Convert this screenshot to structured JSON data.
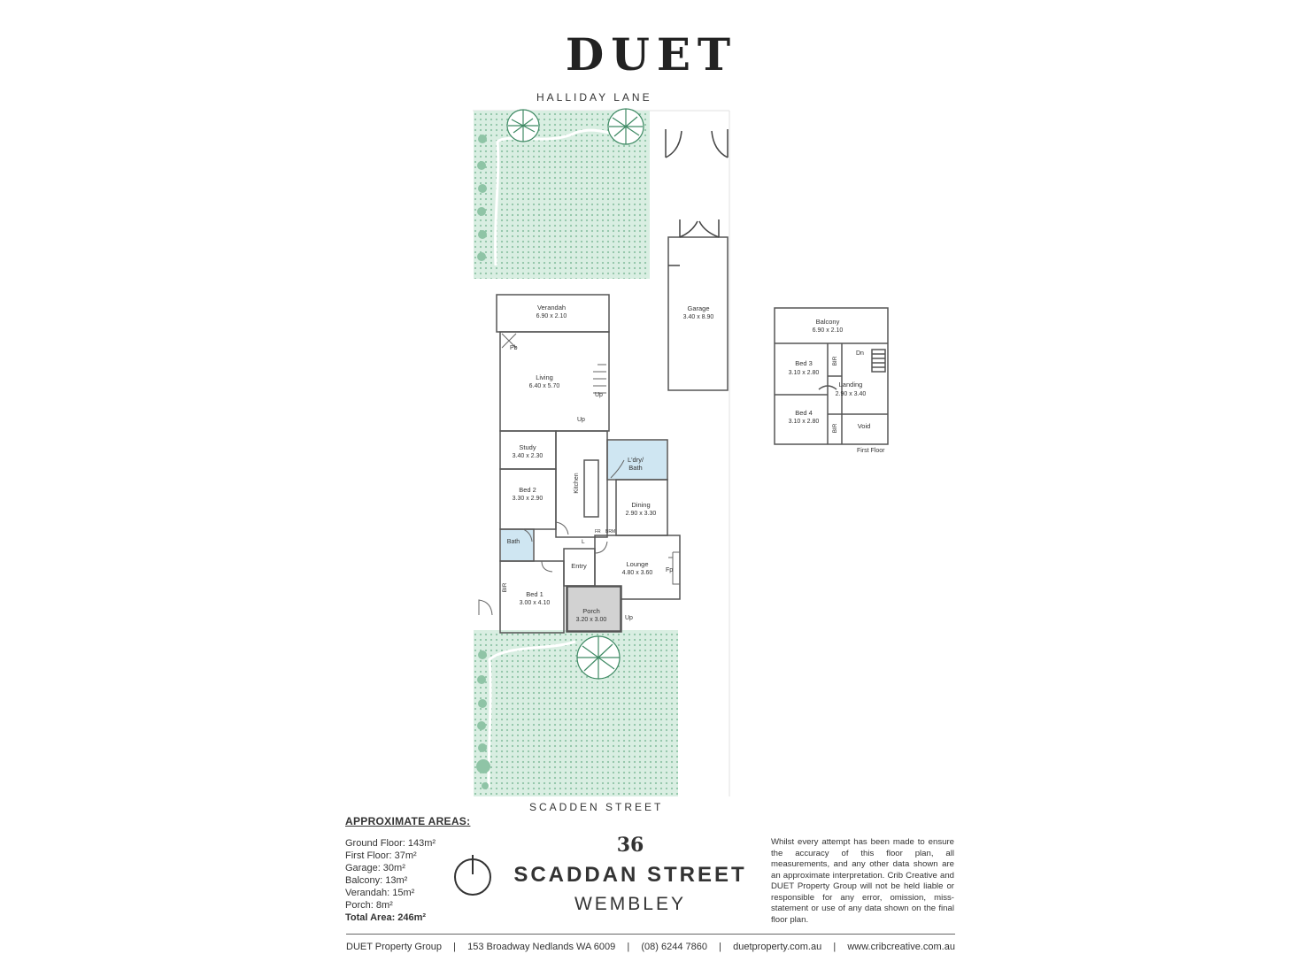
{
  "brand": "DUET",
  "streets": {
    "top": "HALLIDAY LANE",
    "bottom": "SCADDEN STREET"
  },
  "rooms": {
    "verandah": {
      "name": "Verandah",
      "size": "6.90 x 2.10"
    },
    "living": {
      "name": "Living",
      "size": "6.40 x 5.70"
    },
    "pb": "Pb",
    "up1": "Up",
    "up2": "Up",
    "up3": "Up",
    "study": {
      "name": "Study",
      "size": "3.40 x 2.30"
    },
    "kitchen": "Kitchen",
    "ldry": {
      "name": "L'dry/",
      "name2": "Bath"
    },
    "bed2": {
      "name": "Bed 2",
      "size": "3.30 x 2.90"
    },
    "dining": {
      "name": "Dining",
      "size": "2.90 x 3.30"
    },
    "fr": "FR",
    "brm": "BRM",
    "l": "L",
    "bath": "Bath",
    "entry": "Entry",
    "lounge": {
      "name": "Lounge",
      "size": "4.80 x 3.60"
    },
    "fp": "Fp",
    "bir1": "BIR",
    "bed1": {
      "name": "Bed 1",
      "size": "3.00 x 4.10"
    },
    "porch": {
      "name": "Porch",
      "size": "3.20 x 3.00"
    },
    "garage": {
      "name": "Garage",
      "size": "3.40 x 8.90"
    }
  },
  "first_floor": {
    "balcony": {
      "name": "Balcony",
      "size": "6.90 x 2.10"
    },
    "bed3": {
      "name": "Bed 3",
      "size": "3.10 x 2.80"
    },
    "bir_a": "BIR",
    "dn": "Dn",
    "landing": {
      "name": "Landing",
      "size": "2.90 x 3.40"
    },
    "bed4": {
      "name": "Bed 4",
      "size": "3.10 x 2.80"
    },
    "bir_b": "BIR",
    "void": "Void",
    "caption": "First Floor"
  },
  "areas": {
    "heading": "APPROXIMATE AREAS:",
    "ground": "Ground Floor: 143m²",
    "first": "First Floor: 37m²",
    "garage": "Garage: 30m²",
    "balcony": "Balcony: 13m²",
    "verandah": "Verandah: 15m²",
    "porch": "Porch: 8m²",
    "total": "Total Area: 246m²"
  },
  "address": {
    "number": "36",
    "street": "SCADDAN STREET",
    "suburb": "WEMBLEY"
  },
  "disclaimer": "Whilst every attempt has been made to ensure the accuracy of this floor plan, all measurements, and any other data shown are an approximate interpretation. Crib Creative and DUET Property Group will not be held liable or responsible for any error, omission, miss-statement or use of any data shown on the final floor plan.",
  "footer": {
    "company": "DUET Property Group",
    "address": "153 Broadway Nedlands WA 6009",
    "phone": "(08) 6244 7860",
    "web1": "duetproperty.com.au",
    "web2": "www.cribcreative.com.au",
    "separator": "|"
  },
  "colors": {
    "lawn": "#d6ece0",
    "lawn_dot": "#8fc4a6",
    "wet_area": "#cfe6f2",
    "porch": "#cfcfcf",
    "wall": "#555555"
  }
}
